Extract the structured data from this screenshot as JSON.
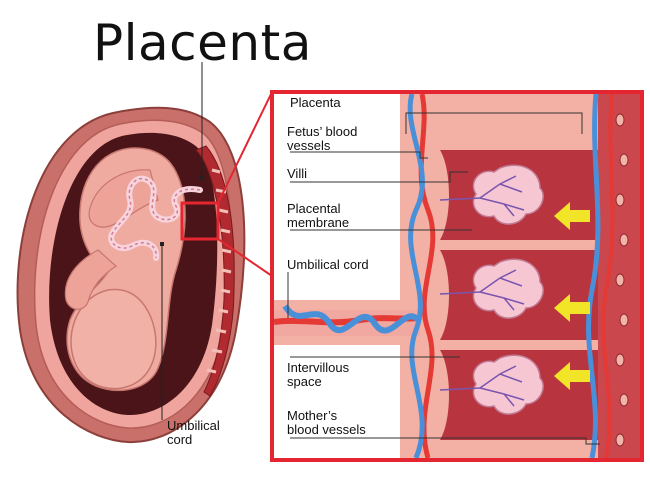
{
  "title": "Placenta",
  "labels": {
    "umbilical_cord_left": "Umbilical\ncord",
    "placenta": "Placenta",
    "fetus_vessels": "Fetus’ blood\nvessels",
    "villi": "Villi",
    "placental_membrane": "Placental\nmembrane",
    "umbilical_cord": "Umbilical cord",
    "intervillous_space": "Intervillous\nspace",
    "mothers_vessels": "Mother’s\nblood vessels"
  },
  "colors": {
    "frame": "#e3262f",
    "uterus": "#d98a86",
    "skin": "#f3b3a6",
    "artery": "#e53935",
    "vein": "#4a90d9",
    "villi": "#f6c7d3",
    "space": "#b8343f",
    "arrow": "#f2e427"
  }
}
